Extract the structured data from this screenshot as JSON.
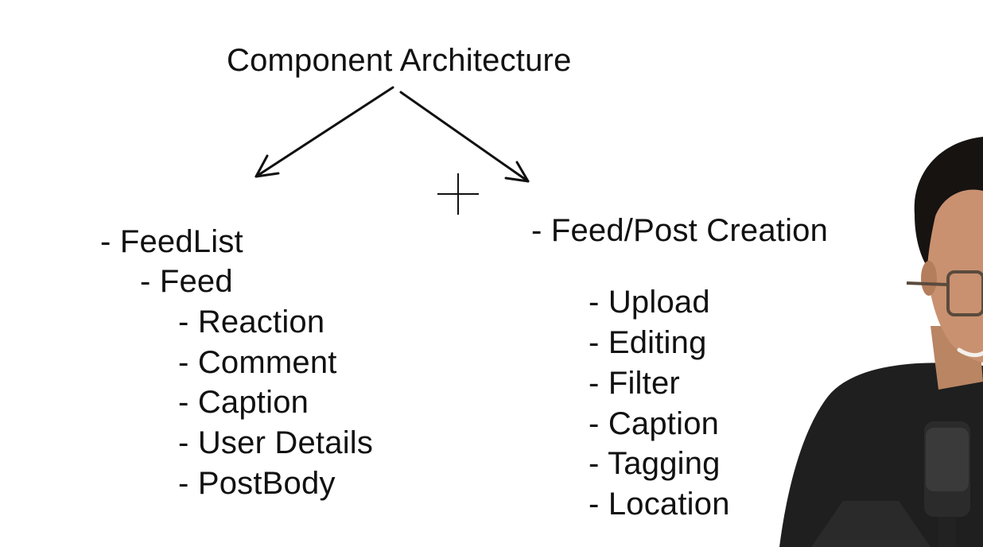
{
  "diagram": {
    "title": "Component Architecture",
    "left_branch": [
      {
        "id": "feedlist",
        "text": "- FeedList",
        "level": 0
      },
      {
        "id": "feed",
        "text": "- Feed",
        "level": 1
      },
      {
        "id": "reaction",
        "text": "- Reaction",
        "level": 2
      },
      {
        "id": "comment",
        "text": "- Comment",
        "level": 2
      },
      {
        "id": "caption",
        "text": "- Caption",
        "level": 2
      },
      {
        "id": "user-details",
        "text": "- User Details",
        "level": 2
      },
      {
        "id": "postbody",
        "text": "- PostBody",
        "level": 2
      }
    ],
    "right_branch": {
      "heading": "- Feed/Post Creation",
      "items": [
        {
          "id": "upload",
          "text": "- Upload"
        },
        {
          "id": "editing",
          "text": "- Editing"
        },
        {
          "id": "filter",
          "text": "- Filter"
        },
        {
          "id": "caption",
          "text": "- Caption"
        },
        {
          "id": "tagging",
          "text": "- Tagging"
        },
        {
          "id": "location",
          "text": "- Location"
        }
      ]
    }
  },
  "colors": {
    "background": "#ffffff",
    "ink": "#111111"
  }
}
